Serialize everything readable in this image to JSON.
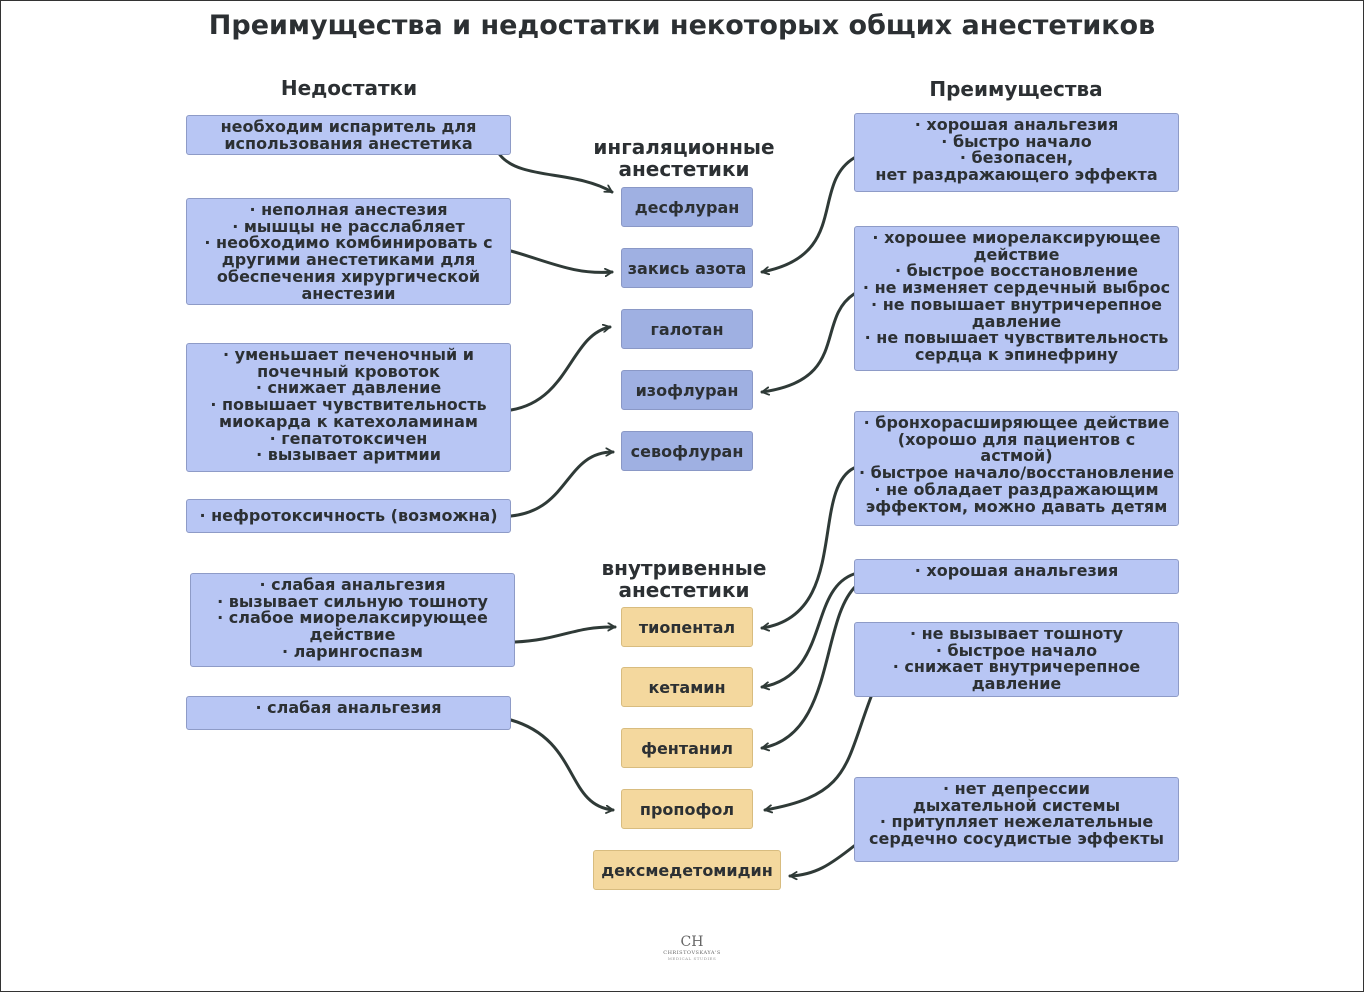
{
  "title": "Преимущества и недостатки некоторых общих анестетиков",
  "columns": {
    "left": "Недостатки",
    "right": "Преимущества"
  },
  "groups": {
    "inhaled": [
      "ингаляционные",
      "анестетики"
    ],
    "iv": [
      "внутривенные",
      "анестетики"
    ]
  },
  "drugs": {
    "inhaled": [
      "десфлуран",
      "закись азота",
      "галотан",
      "изофлуран",
      "севофлуран"
    ],
    "iv": [
      "тиопентал",
      "кетамин",
      "фентанил",
      "пропофол",
      "дексмедетомидин"
    ]
  },
  "disadvantages": [
    [
      "необходим испаритель для",
      "использования анестетика"
    ],
    [
      "· неполная анестезия",
      "· мышцы не расслабляет",
      "· необходимо комбинировать с",
      "другими анестетиками для",
      "обеспечения хирургической",
      "анестезии"
    ],
    [
      "· уменьшает печеночный и",
      "почечный кровоток",
      "· снижает давление",
      "· повышает чувствительность",
      "миокарда к катехоламинам",
      "· гепатотоксичен",
      "· вызывает аритмии"
    ],
    [
      "· нефротоксичность (возможна)"
    ],
    [
      "· слабая анальгезия",
      "· вызывает сильную тошноту",
      "· слабое миорелаксирующее",
      "действие",
      "· ларингоспазм"
    ],
    [
      "· слабая анальгезия"
    ]
  ],
  "advantages": [
    [
      "· хорошая анальгезия",
      "· быстро начало",
      "· безопасен,",
      "нет раздражающего эффекта"
    ],
    [
      "· хорошее миорелаксирующее",
      "действие",
      "· быстрое восстановление",
      "· не изменяет сердечный выброс",
      "· не повышает внутричерепное",
      "давление",
      "· не повышает чувствительность",
      "сердца к эпинефрину"
    ],
    [
      "· бронхорасширяющее действие",
      "(хорошо для пациентов с",
      "астмой)",
      "· быстрое начало/восстановление",
      "· не обладает раздражающим",
      "эффектом, можно давать детям"
    ],
    [
      "· хорошая анальгезия"
    ],
    [
      "· не вызывает тошноту",
      "· быстрое начало",
      "· снижает внутричерепное",
      "давление"
    ],
    [
      "· нет депрессии",
      "дыхательной системы",
      "· притупляет нежелательные",
      "сердечно сосудистые эффекты"
    ]
  ],
  "logo": {
    "monogram": "CH",
    "name": "CHRISTOVSKAYA'S",
    "sub": "MEDICAL STUDIES"
  },
  "colors": {
    "note_box": "#b8c6f4",
    "inhaled_drug": "#9fb0e2",
    "iv_drug": "#f4d89e",
    "arrow": "#2f3a37"
  }
}
